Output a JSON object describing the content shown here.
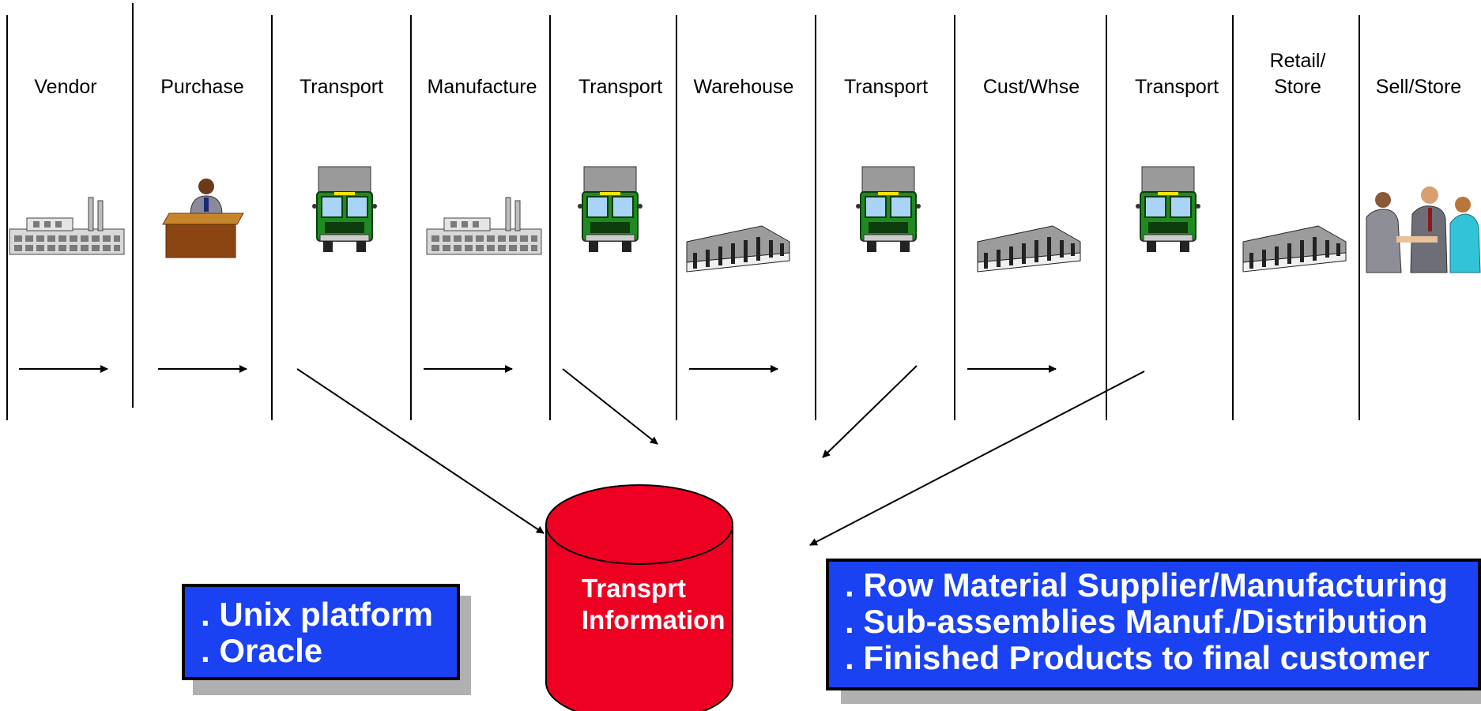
{
  "stages": [
    {
      "label_lines": [
        "Vendor"
      ],
      "icon": "factory-icon"
    },
    {
      "label_lines": [
        "Purchase"
      ],
      "icon": "buyer-at-desk-icon"
    },
    {
      "label_lines": [
        "Transport"
      ],
      "icon": "truck-icon"
    },
    {
      "label_lines": [
        "Manufacture"
      ],
      "icon": "factory-icon"
    },
    {
      "label_lines": [
        "Transport"
      ],
      "icon": "truck-icon"
    },
    {
      "label_lines": [
        "Warehouse"
      ],
      "icon": "warehouse-icon"
    },
    {
      "label_lines": [
        "Transport"
      ],
      "icon": "truck-icon"
    },
    {
      "label_lines": [
        "Cust/Whse"
      ],
      "icon": "warehouse-icon"
    },
    {
      "label_lines": [
        "Transport"
      ],
      "icon": "truck-icon"
    },
    {
      "label_lines": [
        "Retail/",
        "Store"
      ],
      "icon": "warehouse-icon"
    },
    {
      "label_lines": [
        "Sell/Store"
      ],
      "icon": "handshake-people-icon"
    }
  ],
  "database": {
    "label_lines": [
      "Transprt",
      "Information"
    ],
    "color": "#ee0022",
    "icon": "database-cylinder-icon"
  },
  "platform_box": {
    "lines": [
      ". Unix platform",
      ". Oracle"
    ],
    "color": "#1a41f2"
  },
  "scope_box": {
    "lines": [
      ". Row Material Supplier/Manufacturing",
      ". Sub-assemblies Manuf./Distribution",
      ". Finished Products to final customer"
    ],
    "color": "#1a41f2"
  }
}
